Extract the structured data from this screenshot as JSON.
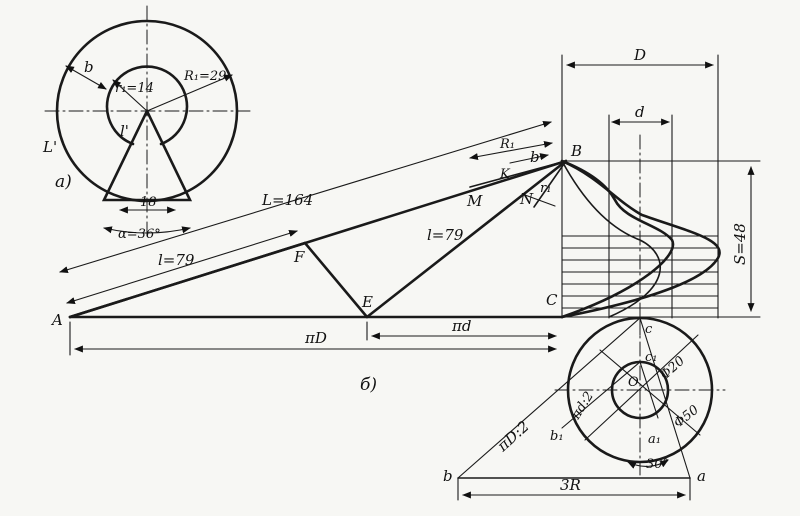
{
  "figure": {
    "part_a": {
      "caption": "а)",
      "r1_label": "r₁=14",
      "R1_label": "R₁=29",
      "b_label": "b",
      "L_label": "L'",
      "l_label": "l'",
      "width_label": "18",
      "alpha_label": "α=36°"
    },
    "part_b": {
      "caption": "б)",
      "points": {
        "A": "A",
        "B": "B",
        "C": "C",
        "E": "E",
        "F": "F",
        "M": "M",
        "N": "N",
        "K": "K",
        "O": "O",
        "c": "c",
        "c1": "c₁",
        "a": "a",
        "a1": "a₁",
        "b": "b",
        "b1": "b₁"
      },
      "L_label": "L=164",
      "l_label_1": "l=79",
      "l_label_2": "l=79",
      "R1_label": "R₁",
      "b_label": "b",
      "r1_label": "r₁",
      "D_label": "D",
      "d_label": "d",
      "S_label": "S=48",
      "piD_label": "πD",
      "pid_label": "πd",
      "piD2_label": "πD:2",
      "pid2_label": "πd:2",
      "phi20_label": "Φ20",
      "phi50_label": "Φ50",
      "angle_label": "30°",
      "threeR_label": "3R"
    }
  }
}
